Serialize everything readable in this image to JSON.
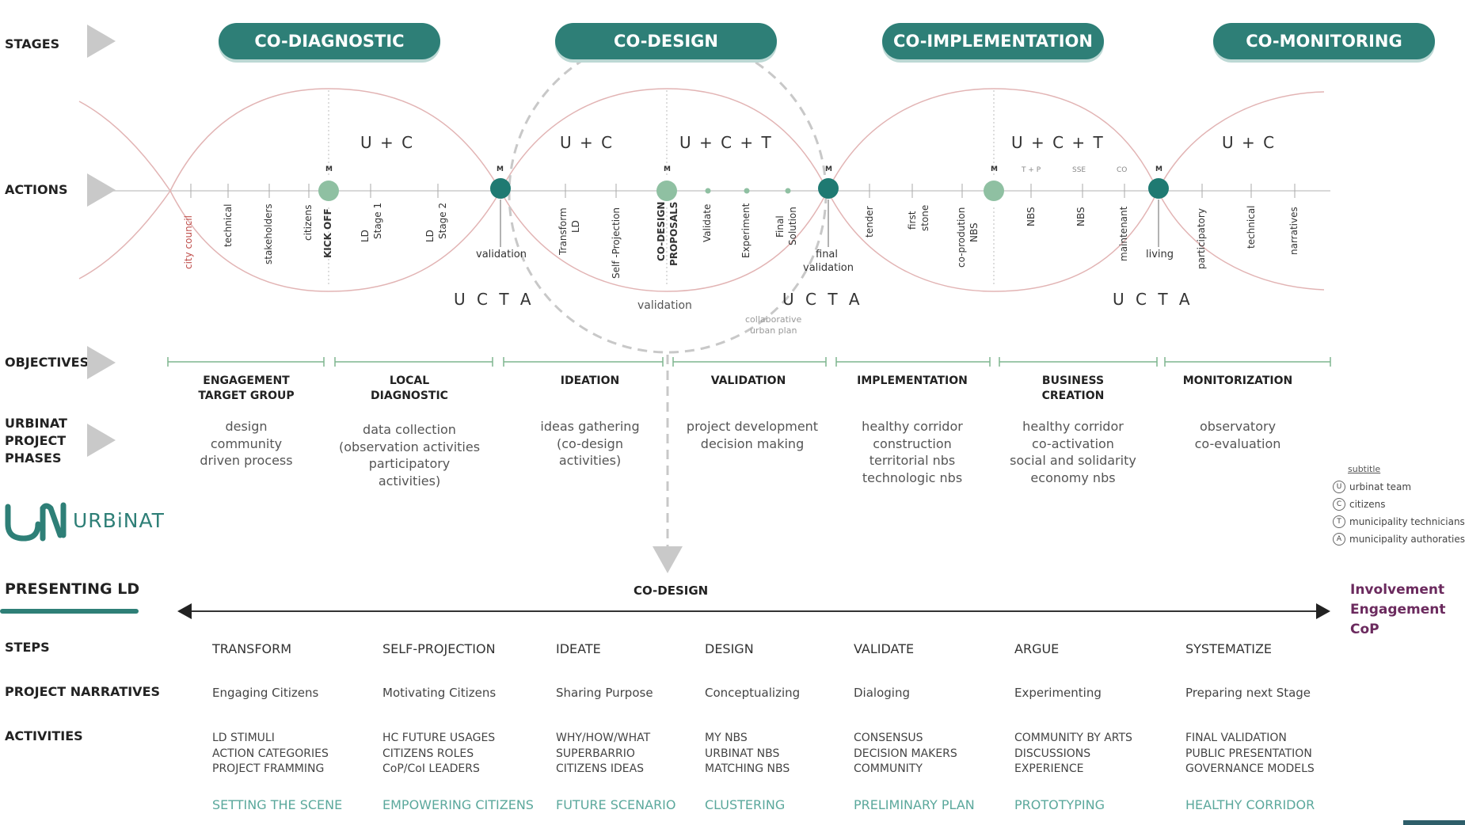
{
  "rows": {
    "stages": "STAGES",
    "actions": "ACTIONS",
    "objectives": "OBJECTIVES",
    "phases_line1": "URBINAT",
    "phases_line2": "PROJECT",
    "phases_line3": "PHASES",
    "presenting": "PRESENTING LD",
    "steps": "STEPS",
    "narratives": "PROJECT NARRATIVES",
    "activities": "ACTIVITIES"
  },
  "stages": [
    "CO-DIAGNOSTIC",
    "CO-DESIGN",
    "CO-IMPLEMENTATION",
    "CO-MONITORING"
  ],
  "actors": {
    "groups": [
      "U + C",
      "U + C",
      "U + C + T",
      "U + C + T",
      "U + C"
    ],
    "ucta": "U C T A",
    "milestone": "M"
  },
  "actions": {
    "city_council": "city council",
    "technical": "technical",
    "stakeholders": "stakeholders",
    "citizens": "citizens",
    "kick_off": "KICK OFF",
    "ld_stage1_a": "LD",
    "ld_stage1_b": "Stage 1",
    "ld_stage2_a": "LD",
    "ld_stage2_b": "Stage 2",
    "validation1": "validation",
    "transform_ld_a": "Transform",
    "transform_ld_b": "LD",
    "self_projection": "Self -Projection",
    "codesign_a": "CO-DESIGN",
    "codesign_b": "PROPOSALS",
    "validate": "Validate",
    "experiment": "Experiment",
    "final_solution_a": "Final",
    "final_solution_b": "Solution",
    "final_validation_a": "final",
    "final_validation_b": "validation",
    "validation_mid": "validation",
    "collab_a": "collaborative",
    "collab_b": "urban plan",
    "tender": "tender",
    "first_stone_a": "first",
    "first_stone_b": "stone",
    "coprod_a": "co-prodution",
    "coprod_b": "NBS",
    "nbs1": "NBS",
    "nbs2": "NBS",
    "maintenant": "maintenant",
    "living": "living",
    "participatory": "participatory",
    "technical2": "technical",
    "narratives": "narratives",
    "tp": "T + P",
    "sse": "SSE",
    "co": "CO"
  },
  "objectives": [
    {
      "title1": "ENGAGEMENT",
      "title2": "TARGET GROUP",
      "desc": [
        "design",
        "community",
        "driven process"
      ]
    },
    {
      "title1": "LOCAL",
      "title2": "DIAGNOSTIC",
      "desc": [
        "data collection",
        "(observation activities",
        "participatory",
        "activities)"
      ]
    },
    {
      "title1": "IDEATION",
      "title2": "",
      "desc": [
        "ideas gathering",
        "(co-design",
        "activities)"
      ]
    },
    {
      "title1": "VALIDATION",
      "title2": "",
      "desc": [
        "project development",
        "decision making"
      ]
    },
    {
      "title1": "IMPLEMENTATION",
      "title2": "",
      "desc": [
        "healthy corridor",
        "construction",
        "territorial nbs",
        "technologic nbs"
      ]
    },
    {
      "title1": "BUSINESS",
      "title2": "CREATION",
      "desc": [
        "healthy corridor",
        "co-activation",
        "social and solidarity",
        "economy nbs"
      ]
    },
    {
      "title1": "MONITORIZATION",
      "title2": "",
      "desc": [
        "observatory",
        "co-evaluation"
      ]
    }
  ],
  "legend": {
    "title": "subtitle",
    "items": [
      {
        "letter": "U",
        "label": "urbinat team"
      },
      {
        "letter": "C",
        "label": "citizens"
      },
      {
        "letter": "T",
        "label": "municipality technicians"
      },
      {
        "letter": "A",
        "label": "municipality authoraties"
      }
    ]
  },
  "logo": {
    "text": "URBiNAT"
  },
  "codesign_label": "CO-DESIGN",
  "involvement": [
    "Involvement",
    "Engagement",
    "CoP"
  ],
  "steps": [
    "TRANSFORM",
    "SELF-PROJECTION",
    "IDEATE",
    "DESIGN",
    "VALIDATE",
    "ARGUE",
    "SYSTEMATIZE"
  ],
  "narratives": [
    "Engaging Citizens",
    "Motivating Citizens",
    "Sharing Purpose",
    "Conceptualizing",
    "Dialoging",
    "Experimenting",
    "Preparing next Stage"
  ],
  "activities": [
    [
      "LD STIMULI",
      "ACTION CATEGORIES",
      "PROJECT FRAMMING"
    ],
    [
      "HC FUTURE USAGES",
      "CITIZENS ROLES",
      "CoP/CoI LEADERS"
    ],
    [
      "WHY/HOW/WHAT",
      "SUPERBARRIO",
      "CITIZENS IDEAS"
    ],
    [
      "MY NBS",
      "URBINAT NBS",
      "MATCHING NBS"
    ],
    [
      "CONSENSUS",
      "DECISION MAKERS",
      "COMMUNITY"
    ],
    [
      "COMMUNITY BY ARTS",
      "DISCUSSIONS",
      "EXPERIENCE"
    ],
    [
      "FINAL VALIDATION",
      "PUBLIC PRESENTATION",
      "GOVERNANCE MODELS"
    ]
  ],
  "outcomes": [
    "SETTING THE SCENE",
    "EMPOWERING CITIZENS",
    "FUTURE SCENARIO",
    "CLUSTERING",
    "PRELIMINARY PLAN",
    "PROTOTYPING",
    "HEALTHY CORRIDOR"
  ],
  "colors": {
    "teal": "#2e7f77",
    "light_green": "#8fc0a2",
    "outcome": "#5ba89c",
    "involvement": "#6b2a5e",
    "curve": "#e2b4b4"
  }
}
